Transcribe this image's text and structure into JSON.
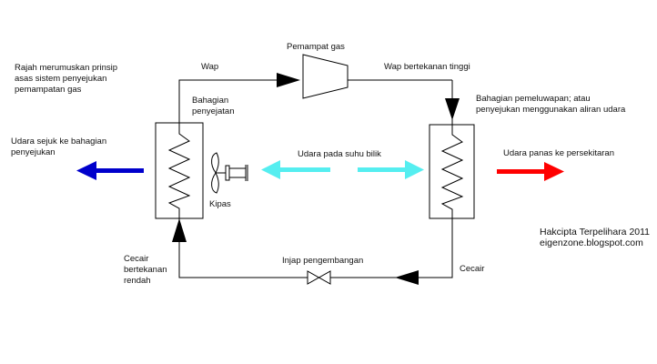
{
  "description_text": "Rajah merumuskan prinsip\nasas sistem penyejukan\npemampatan gas",
  "labels": {
    "compressor": "Pemampat gas",
    "vapour": "Wap",
    "high_pressure_vapour": "Wap bertekanan tinggi",
    "evaporator": "Bahagian\npenyejatan",
    "condenser": "Bahagian pemeluwapan; atau\npenyejukan menggunakan aliran udara",
    "cool_air": "Udara sejuk ke bahagian\npenyejukan",
    "room_air": "Udara pada suhu bilik",
    "hot_air": "Udara panas ke persekitaran",
    "fan": "Kipas",
    "liquid": "Cecair",
    "low_pressure_liquid": "Cecair\nbertekanan\nrendah",
    "expansion_valve": "Injap pengembangan",
    "copyright": "Hakcipta Terpelihara 2011\neigenzone.blogspot.com"
  },
  "colors": {
    "cool_air_arrow": "#0000cc",
    "room_air_arrow": "#55eef0",
    "hot_air_arrow": "#ff0000",
    "line": "#000000"
  }
}
